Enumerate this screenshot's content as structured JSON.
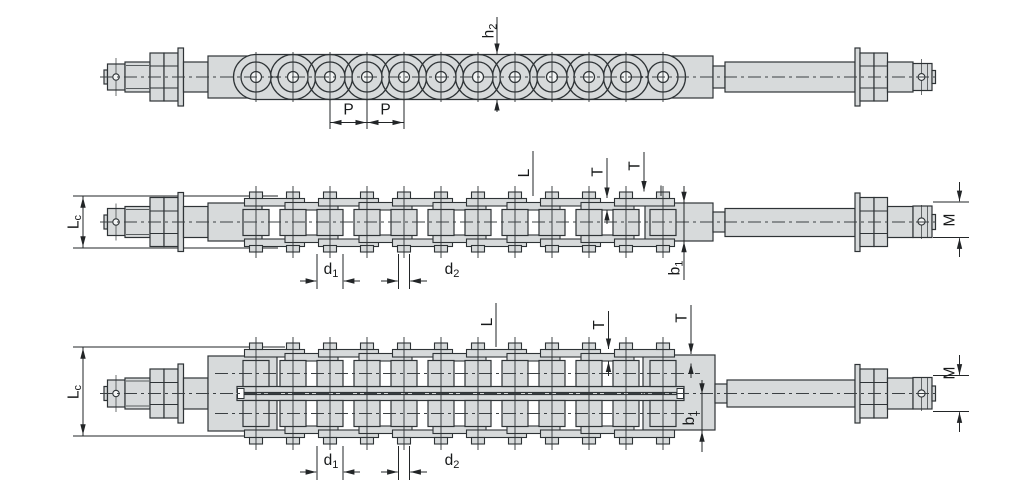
{
  "drawing": {
    "background": "#ffffff",
    "stroke_color": "#2e3336",
    "part_fill_color": "#d7dadb",
    "views": [
      {
        "id": "top",
        "dimension_labels": [
          "h2",
          "P",
          "P"
        ]
      },
      {
        "id": "middle",
        "dimension_labels": [
          "Lc",
          "L",
          "T",
          "T",
          "b1",
          "M",
          "d1",
          "d2"
        ]
      },
      {
        "id": "bottom",
        "dimension_labels": [
          "Lc",
          "L",
          "T",
          "T",
          "b1",
          "M",
          "d1",
          "d2"
        ]
      }
    ],
    "labels": {
      "h2": {
        "base": "h",
        "sub": "2"
      },
      "P": {
        "base": "P",
        "sub": ""
      },
      "Lc": {
        "base": "L",
        "sub": "c"
      },
      "L": {
        "base": "L",
        "sub": ""
      },
      "T": {
        "base": "T",
        "sub": ""
      },
      "M": {
        "base": "M",
        "sub": ""
      },
      "b1": {
        "base": "b",
        "sub": "1"
      },
      "d1": {
        "base": "d",
        "sub": "1"
      },
      "d2": {
        "base": "d",
        "sub": "2"
      }
    }
  }
}
